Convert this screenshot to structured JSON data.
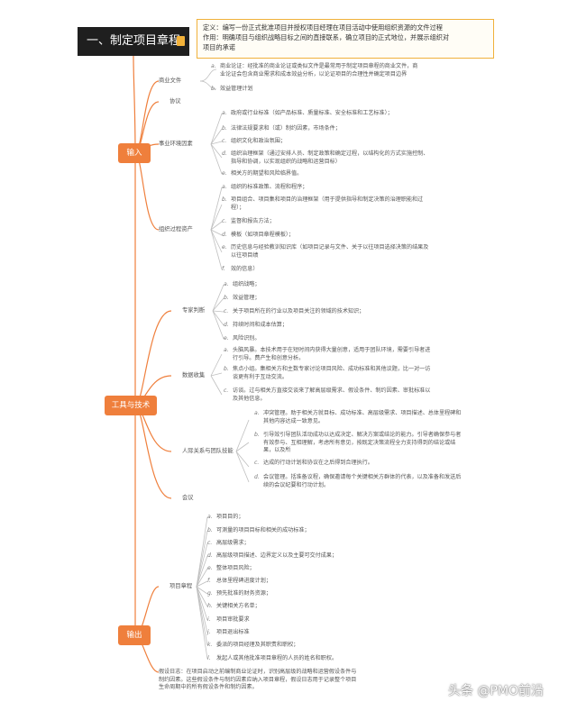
{
  "root": {
    "title": "一、制定项目章程"
  },
  "definition": {
    "line1": "定义：编写一份正式批准项目并授权项目经理在项目活动中使用组织资源的文件过程",
    "line2": "作用：明确项目与组织战略目标之间的直接联系，确立项目的正式地位，并展示组织对",
    "line3": "项目的承诺"
  },
  "inputs": {
    "label": "输入",
    "business_docs": {
      "label": "商业文件",
      "a_marker": "a.",
      "a_line1": "商业论证：经批准的商业论证或类似文件是最常用于制定项目章程的商业文件，商",
      "a_line2": "业论证会包含商业需求和成本效益分析，以论证项目的合理性并确定项目边界",
      "b_marker": "b.",
      "b_text": "效益管理计划"
    },
    "agreements": {
      "label": "协议"
    },
    "eef": {
      "label": "事业环境因素",
      "items": [
        {
          "marker": "a.",
          "lines": [
            "政府或行业标准（如产品标准、质量标准、安全标准和工艺标准）；"
          ]
        },
        {
          "marker": "b.",
          "lines": [
            "法律法规要求和（或）制约因素，市场条件；"
          ]
        },
        {
          "marker": "c.",
          "lines": [
            "组织文化和政治氛围；"
          ]
        },
        {
          "marker": "d.",
          "lines": [
            "组织治理框架（通过安排人员、制定政策和确定过程，以结构化的方式实施控制、",
            "指导和协调，以实现组织的战略和运营目标）"
          ]
        },
        {
          "marker": "e.",
          "lines": [
            "相关方的期望和风险临界值。"
          ]
        }
      ]
    },
    "opa": {
      "label": "组织过程资产",
      "items": [
        {
          "marker": "a.",
          "lines": [
            "组织的标准政策、流程和程序；"
          ]
        },
        {
          "marker": "b.",
          "lines": [
            "项目组合、项目集和项目的治理框架（用于提供指导和制定决策的治理职能和过",
            "程）；"
          ]
        },
        {
          "marker": "c.",
          "lines": [
            "监督和报告方法；"
          ]
        },
        {
          "marker": "d.",
          "lines": [
            "模板（如项目章程模板）；"
          ]
        },
        {
          "marker": "e.",
          "lines": [
            "历史信息与经验教训知识库（如项目记录与文件、关于以往项目选择决策的结果及",
            "以往项目绩"
          ]
        },
        {
          "marker": "f.",
          "lines": [
            "效的信息）"
          ]
        }
      ]
    }
  },
  "tools": {
    "label": "工具与技术",
    "expert": {
      "label": "专家判断",
      "items": [
        {
          "marker": "a.",
          "lines": [
            "组织战略；"
          ]
        },
        {
          "marker": "b.",
          "lines": [
            "效益管理；"
          ]
        },
        {
          "marker": "c.",
          "lines": [
            "关于项目所在的行业以及项目关注的领域的技术知识；"
          ]
        },
        {
          "marker": "d.",
          "lines": [
            "持续时间和成本估算；"
          ]
        },
        {
          "marker": "e.",
          "lines": [
            "风险识别。"
          ]
        }
      ]
    },
    "data": {
      "label": "数据收集",
      "items": [
        {
          "marker": "a.",
          "lines": [
            "头脑风暴。本技术用于在短时间内获得大量创意，适用于团队环境，需要引导者进",
            "行引导。费产生和创意分析。"
          ]
        },
        {
          "marker": "b.",
          "lines": [
            "焦点小组。集相关方和主数专家讨论项目风险、成功标准和其他议题，比一对一访",
            "谈更有利于互动交流。"
          ]
        },
        {
          "marker": "c.",
          "lines": [
            "访谈。过与相关方直接交谈来了解高层级需求、假设条件、制约因素、审批标准以",
            "及其他信息。"
          ]
        }
      ]
    },
    "interpersonal": {
      "label": "人际关系与团队技能",
      "items": [
        {
          "marker": "a.",
          "lines": [
            "冲突管理。助于相关方就目标、成功标准、高层级需求、项目描述、总体里程碑和",
            "其他内容达成一致意见。"
          ]
        },
        {
          "marker": "b.",
          "lines": [
            "引导效引导团队活动成功以达成决定、解决方案或结论的能力。引导者确保参与者",
            "有效参与、互相理解，考虑所有意见，按既定决策流程全力支持得到的结论或结",
            "果，以及所"
          ]
        },
        {
          "marker": "c.",
          "lines": [
            "达成的行动计划和协议在之后得到合理执行。"
          ]
        },
        {
          "marker": "d.",
          "lines": [
            "会议管理。括准备议程，确保邀请每个关键相关方群体的代表，以及准备和发送后",
            "续的会议纪要和行动计划。"
          ]
        }
      ]
    },
    "meetings": {
      "label": "会议"
    }
  },
  "outputs": {
    "label": "输出",
    "charter": {
      "label": "项目章程",
      "items": [
        {
          "marker": "a.",
          "lines": [
            "项目目的；"
          ]
        },
        {
          "marker": "b.",
          "lines": [
            "可测量的项目目标和相关的成功标准；"
          ]
        },
        {
          "marker": "c.",
          "lines": [
            "高层级需求；"
          ]
        },
        {
          "marker": "d.",
          "lines": [
            "高层级项目描述、边界定义以及主要可交付成果；"
          ]
        },
        {
          "marker": "e.",
          "lines": [
            "整体项目风险；"
          ]
        },
        {
          "marker": "f.",
          "lines": [
            "总体里程碑进度计划；"
          ]
        },
        {
          "marker": "g.",
          "lines": [
            "预先批准的财务资源；"
          ]
        },
        {
          "marker": "h.",
          "lines": [
            "关键相关方名单；"
          ]
        },
        {
          "marker": "i.",
          "lines": [
            "项目审批要求"
          ]
        },
        {
          "marker": "j.",
          "lines": [
            "项目退出标准"
          ]
        },
        {
          "marker": "k.",
          "lines": [
            "委派的项目经理及其职责和职权；"
          ]
        },
        {
          "marker": "l.",
          "lines": [
            "发起人或其他批准项目章程的人员的姓名和职权。"
          ]
        }
      ]
    },
    "assumption_log": {
      "line1": "假设日志：在项目启动之前编制商业论证时，识别高层级的战略和运营假设条件与",
      "line2": "制约因素。这些假设条件与制约因素应纳入项目章程，假设日志用于记录整个项目",
      "line3": "生命周期中的所有假设条件和制约因素。"
    }
  },
  "watermark": {
    "text": "头条 @PMO前沿"
  }
}
